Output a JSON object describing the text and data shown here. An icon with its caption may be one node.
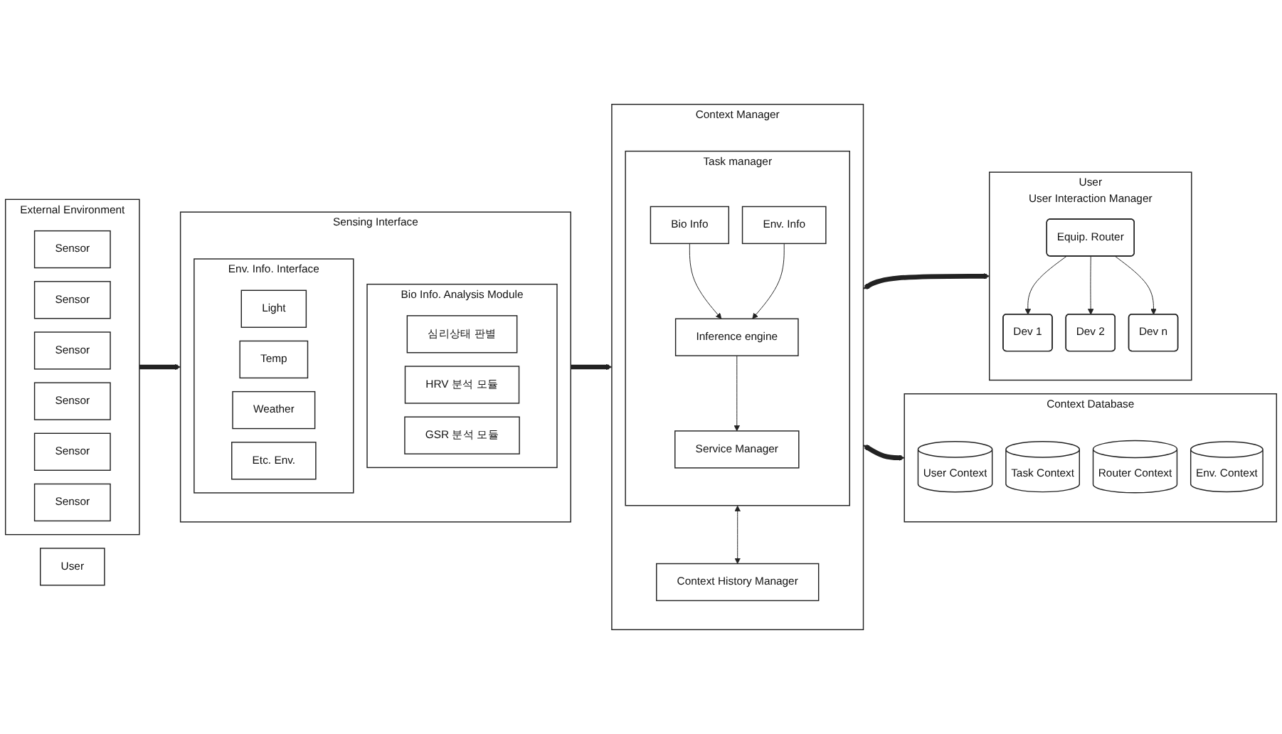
{
  "diagram": {
    "nodes": [
      {
        "text": [
          "External Environment"
        ]
      },
      {
        "text": [
          "Sensor"
        ],
        "in": 0
      },
      {
        "text": [
          "Sensor"
        ],
        "in": 0
      },
      {
        "text": [
          "Sensor"
        ],
        "in": 0
      },
      {
        "text": [
          "Sensor"
        ],
        "in": 0
      },
      {
        "text": [
          "Sensor"
        ],
        "in": 0
      },
      {
        "text": [
          "Sensor"
        ],
        "in": 0
      },
      {
        "text": [
          "Sensing Interface"
        ]
      },
      {
        "text": [
          "Bio Info. Analysis Module"
        ],
        "in": 7
      },
      {
        "text": [
          "심리상태 판별"
        ],
        "in": 8
      },
      {
        "text": [
          "HRV 분석 모듈"
        ],
        "in": 8
      },
      {
        "text": [
          "GSR 분석 모듈"
        ],
        "in": 8
      },
      {
        "text": [
          "Env. Info. Interface"
        ],
        "in": 7
      },
      {
        "text": [
          "Light"
        ],
        "in": 12
      },
      {
        "text": [
          "Temp"
        ],
        "in": 12
      },
      {
        "text": [
          "Weather"
        ],
        "in": 12
      },
      {
        "text": [
          "Etc. Env."
        ],
        "in": 12
      },
      {
        "text": [
          "Context Manager"
        ]
      },
      {
        "text": [
          "Task manager"
        ],
        "in": 17
      },
      {
        "text": [
          "Inference engine"
        ],
        "in": 18
      },
      {
        "text": [
          "Bio Info"
        ],
        "in": 18
      },
      {
        "text": [
          "Env. Info"
        ],
        "in": 18
      },
      {
        "text": [
          "Service Manager"
        ],
        "in": 18
      },
      {
        "text": [
          "Context History Manager"
        ],
        "in": 17
      },
      {
        "text": [
          "Context Database"
        ]
      },
      {
        "text": [
          "User Context"
        ],
        "in": 24
      },
      {
        "text": [
          "Task Context"
        ],
        "in": 24
      },
      {
        "text": [
          "Router Context"
        ],
        "in": 24
      },
      {
        "text": [
          "Env. Context"
        ],
        "in": 24
      },
      {
        "text": [
          "User",
          "User Interaction Manager"
        ]
      },
      {
        "text": [
          "Equip. Router"
        ],
        "in": 29
      },
      {
        "text": [
          "Dev 1"
        ],
        "in": 29
      },
      {
        "text": [
          "Dev 2"
        ],
        "in": 29
      },
      {
        "text": [
          "Dev n"
        ],
        "in": 29
      },
      {
        "text": [
          "User"
        ]
      }
    ],
    "edges": [
      {
        "from": 0,
        "to": 7,
        "arrow": "to",
        "style": "thick"
      },
      {
        "from": 7,
        "to": 17,
        "arrow": "to",
        "style": "thick"
      },
      {
        "from": 17,
        "to": 29,
        "arrow": "both",
        "style": "thick"
      },
      {
        "from": 20,
        "to": 19,
        "arrow": "to"
      },
      {
        "from": 21,
        "to": 19,
        "arrow": "to"
      },
      {
        "from": 19,
        "to": 22,
        "arrow": "to"
      },
      {
        "from": 18,
        "to": 23,
        "arrow": "both"
      },
      {
        "from": 17,
        "to": 24,
        "arrow": "both",
        "style": "thick"
      },
      {
        "from": 30,
        "to": 31,
        "arrow": "to"
      },
      {
        "from": 30,
        "to": 32,
        "arrow": "to"
      },
      {
        "from": 30,
        "to": 33,
        "arrow": "to"
      }
    ]
  }
}
